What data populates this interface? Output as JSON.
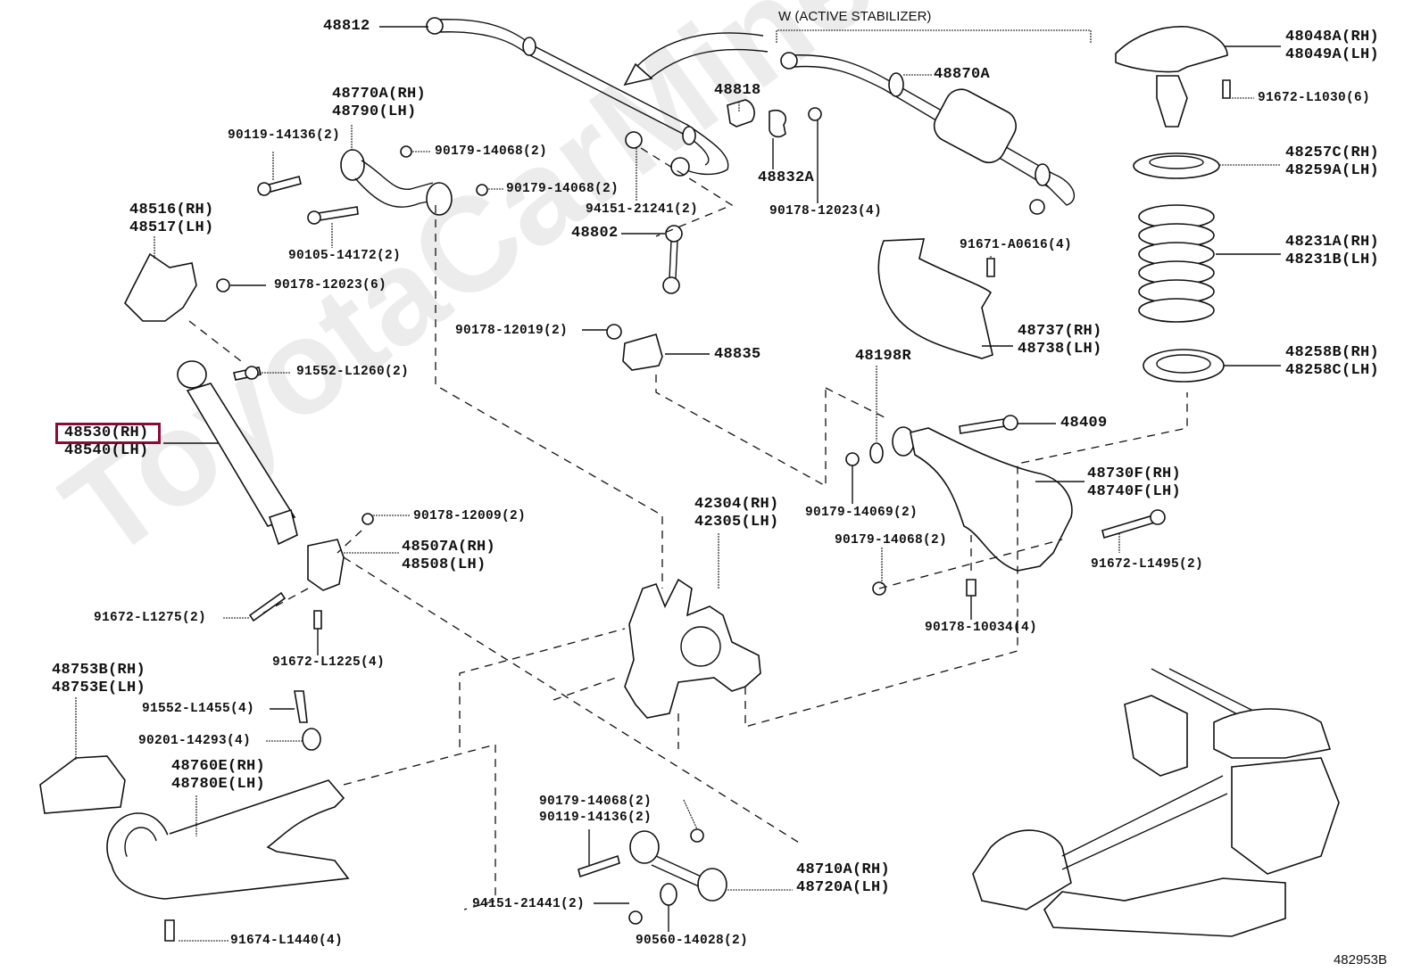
{
  "diagram": {
    "title": "W (ACTIVE STABILIZER)",
    "illustration_code": "482953B",
    "watermark": "ToyotaCarMiner.ru",
    "highlight_color": "#8a0a3a",
    "highlighted_part": "48530 (RH)"
  },
  "parts": [
    {
      "id": "48812",
      "lines": [
        "48812"
      ]
    },
    {
      "id": "48770A",
      "lines": [
        "48770A(RH)",
        "48790(LH)"
      ]
    },
    {
      "id": "90119-14136-a",
      "lines": [
        "90119-14136(2)"
      ]
    },
    {
      "id": "90179-14068-a",
      "lines": [
        "90179-14068(2)"
      ]
    },
    {
      "id": "90179-14068-b",
      "lines": [
        "90179-14068(2)"
      ]
    },
    {
      "id": "48818",
      "lines": [
        "48818"
      ]
    },
    {
      "id": "48832A",
      "lines": [
        "48832A"
      ]
    },
    {
      "id": "94151-21241",
      "lines": [
        "94151-21241(2)"
      ]
    },
    {
      "id": "90178-12023-a",
      "lines": [
        "90178-12023(4)"
      ]
    },
    {
      "id": "48870A",
      "lines": [
        "48870A"
      ]
    },
    {
      "id": "48048A",
      "lines": [
        "48048A(RH)",
        "48049A(LH)"
      ]
    },
    {
      "id": "91672-L1030",
      "lines": [
        "91672-L1030(6)"
      ]
    },
    {
      "id": "48257C",
      "lines": [
        "48257C(RH)",
        "48259A(LH)"
      ]
    },
    {
      "id": "48231A",
      "lines": [
        "48231A(RH)",
        "48231B(LH)"
      ]
    },
    {
      "id": "48258B",
      "lines": [
        "48258B(RH)",
        "48258C(LH)"
      ]
    },
    {
      "id": "48516",
      "lines": [
        "48516(RH)",
        "48517(LH)"
      ]
    },
    {
      "id": "90105-14172",
      "lines": [
        "90105-14172(2)"
      ]
    },
    {
      "id": "90178-12023-b",
      "lines": [
        "90178-12023(6)"
      ]
    },
    {
      "id": "91552-L1260",
      "lines": [
        "91552-L1260(2)"
      ]
    },
    {
      "id": "48802",
      "lines": [
        "48802"
      ]
    },
    {
      "id": "90178-12019",
      "lines": [
        "90178-12019(2)"
      ]
    },
    {
      "id": "48835",
      "lines": [
        "48835"
      ]
    },
    {
      "id": "91671-A0616",
      "lines": [
        "91671-A0616(4)"
      ]
    },
    {
      "id": "48737",
      "lines": [
        "48737(RH)",
        "48738(LH)"
      ]
    },
    {
      "id": "48198R",
      "lines": [
        "48198R"
      ]
    },
    {
      "id": "48409",
      "lines": [
        "48409"
      ]
    },
    {
      "id": "48530",
      "lines": [
        "48530(RH)",
        "48540(LH)"
      ]
    },
    {
      "id": "48730F",
      "lines": [
        "48730F(RH)",
        "48740F(LH)"
      ]
    },
    {
      "id": "90179-14069",
      "lines": [
        "90179-14069(2)"
      ]
    },
    {
      "id": "90179-14068-c",
      "lines": [
        "90179-14068(2)"
      ]
    },
    {
      "id": "91672-L1495",
      "lines": [
        "91672-L1495(2)"
      ]
    },
    {
      "id": "90178-10034",
      "lines": [
        "90178-10034(4)"
      ]
    },
    {
      "id": "42304",
      "lines": [
        "42304(RH)",
        "42305(LH)"
      ]
    },
    {
      "id": "90178-12009",
      "lines": [
        "90178-12009(2)"
      ]
    },
    {
      "id": "48507A",
      "lines": [
        "48507A(RH)",
        "48508(LH)"
      ]
    },
    {
      "id": "91672-L1275",
      "lines": [
        "91672-L1275(2)"
      ]
    },
    {
      "id": "91672-L1225",
      "lines": [
        "91672-L1225(4)"
      ]
    },
    {
      "id": "48753B",
      "lines": [
        "48753B(RH)",
        "48753E(LH)"
      ]
    },
    {
      "id": "91552-L1455",
      "lines": [
        "91552-L1455(4)"
      ]
    },
    {
      "id": "90201-14293",
      "lines": [
        "90201-14293(4)"
      ]
    },
    {
      "id": "48760E",
      "lines": [
        "48760E(RH)",
        "48780E(LH)"
      ]
    },
    {
      "id": "91674-L1440",
      "lines": [
        "91674-L1440(4)"
      ]
    },
    {
      "id": "90179-14068-d",
      "lines": [
        "90179-14068(2)",
        "90119-14136(2)"
      ]
    },
    {
      "id": "48710A",
      "lines": [
        "48710A(RH)",
        "48720A(LH)"
      ]
    },
    {
      "id": "94151-21441",
      "lines": [
        "94151-21441(2)"
      ]
    },
    {
      "id": "90560-14028",
      "lines": [
        "90560-14028(2)"
      ]
    }
  ]
}
